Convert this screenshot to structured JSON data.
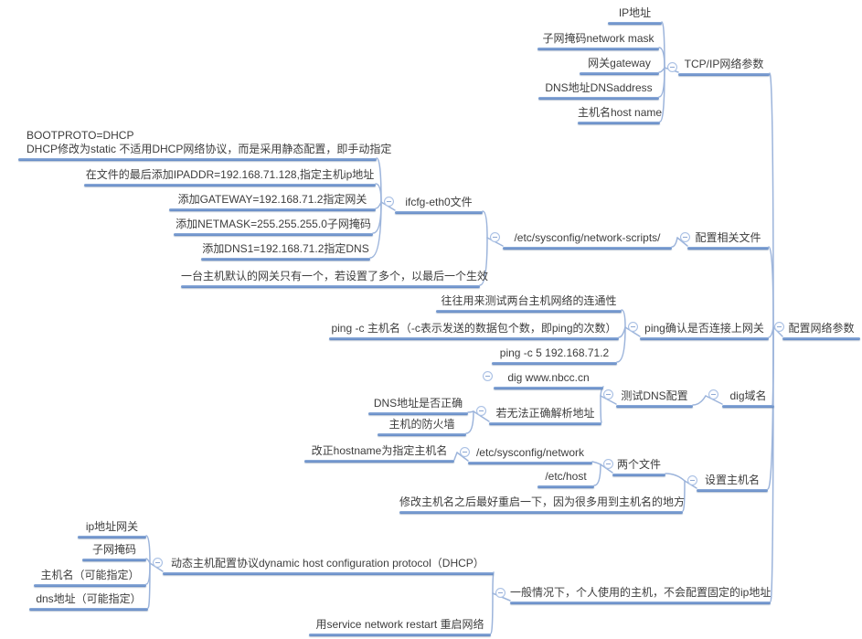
{
  "app": {
    "type": "mind-map",
    "background": "#ffffff"
  },
  "colors": {
    "underline_accent": "#6d92c9",
    "connector_line": "#9cb4db",
    "text": "#3d3d3d",
    "collapse_icon_border": "#a9c0e4"
  },
  "icons": {
    "collapse": "circled-minus"
  },
  "root": {
    "label": "配置网络参数",
    "children": [
      {
        "label": "TCP/IP网络参数",
        "children": [
          {
            "label": "IP地址"
          },
          {
            "label": "子网掩码network mask"
          },
          {
            "label": "网关gateway"
          },
          {
            "label": "DNS地址DNSaddress"
          },
          {
            "label": "主机名host name"
          }
        ]
      },
      {
        "label": "配置相关文件",
        "children": [
          {
            "label": "/etc/sysconfig/network-scripts/",
            "children": [
              {
                "label": "ifcfg-eth0文件",
                "children": [
                  {
                    "label": "BOOTPROTO=DHCP",
                    "label2": "DHCP修改为static 不适用DHCP网络协议，而是采用静态配置，即手动指定"
                  },
                  {
                    "label": "在文件的最后添加IPADDR=192.168.71.128,指定主机ip地址"
                  },
                  {
                    "label": "添加GATEWAY=192.168.71.2指定网关"
                  },
                  {
                    "label": "添加NETMASK=255.255.255.0子网掩码"
                  },
                  {
                    "label": "添加DNS1=192.168.71.2指定DNS"
                  }
                ]
              },
              {
                "label": "一台主机默认的网关只有一个，若设置了多个，以最后一个生效"
              }
            ]
          }
        ]
      },
      {
        "label": "ping确认是否连接上网关",
        "children": [
          {
            "label": "往往用来测试两台主机网络的连通性"
          },
          {
            "label": "ping -c 主机名（-c表示发送的数据包个数，即ping的次数）"
          },
          {
            "label": "ping -c 5 192.168.71.2"
          }
        ]
      },
      {
        "label": "dig域名",
        "children": [
          {
            "label": "测试DNS配置",
            "children": [
              {
                "label": "dig www.nbcc.cn"
              },
              {
                "label": "若无法正确解析地址",
                "children": [
                  {
                    "label": "DNS地址是否正确"
                  },
                  {
                    "label": "主机的防火墙"
                  }
                ]
              }
            ]
          }
        ]
      },
      {
        "label": "设置主机名",
        "children": [
          {
            "label": "两个文件",
            "children": [
              {
                "label": "/etc/sysconfig/network",
                "children": [
                  {
                    "label": "改正hostname为指定主机名"
                  }
                ]
              },
              {
                "label": "/etc/host"
              }
            ]
          },
          {
            "label": "修改主机名之后最好重启一下，因为很多用到主机名的地方"
          }
        ]
      },
      {
        "label": "一般情况下，个人使用的主机，不会配置固定的ip地址",
        "children": [
          {
            "label": "动态主机配置协议dynamic host configuration protocol（DHCP）",
            "children": [
              {
                "label": "ip地址网关"
              },
              {
                "label": "子网掩码"
              },
              {
                "label": "主机名（可能指定）"
              },
              {
                "label": "dns地址（可能指定）"
              }
            ]
          },
          {
            "label": "用service network restart 重启网络"
          }
        ]
      }
    ]
  }
}
